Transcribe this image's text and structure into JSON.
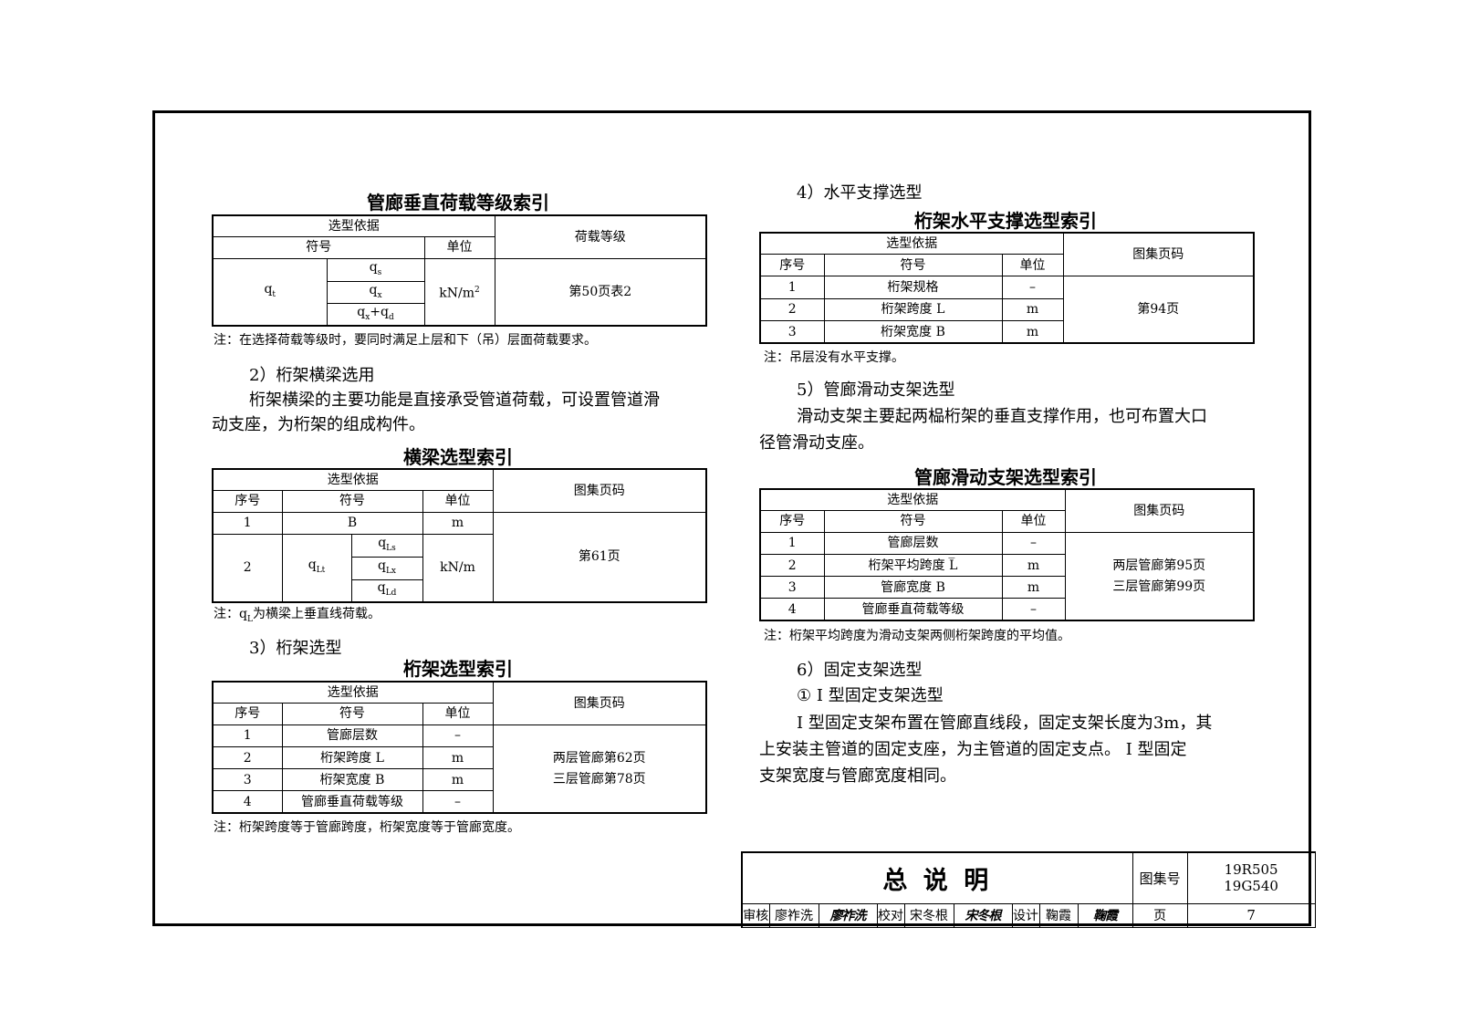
{
  "t1": {
    "title": "管廊垂直荷载等级索引",
    "h_basis": "选型依据",
    "h_result": "荷载等级",
    "h_symbol": "符号",
    "h_unit": "单位",
    "sym_main": "q",
    "sym_main_sub": "t",
    "sub1": "q",
    "sub1_sub": "s",
    "sub2": "q",
    "sub2_sub": "x",
    "sub3a": "q",
    "sub3a_sub": "x",
    "sub3_plus": "+",
    "sub3b": "q",
    "sub3b_sub": "d",
    "unit": "kN/m",
    "unit_sup": "2",
    "result": "第50页表2",
    "note": "注：在选择荷载等级时，要同时满足上层和下（吊）层面荷载要求。"
  },
  "s2": {
    "heading": "2）桁架横梁选用",
    "para_line1": "桁架横梁的主要功能是直接承受管道荷载，可设置管道滑",
    "para_line2": "动支座，为桁架的组成构件。"
  },
  "t2": {
    "title": "横梁选型索引",
    "h_basis": "选型依据",
    "h_result": "图集页码",
    "h_no": "序号",
    "h_symbol": "符号",
    "h_unit": "单位",
    "r1_no": "1",
    "r1_sym": "B",
    "r1_unit": "m",
    "r2_no": "2",
    "r2_sym": "q",
    "r2_sym_sub": "Lt",
    "r2_s1": "q",
    "r2_s1_sub": "Ls",
    "r2_s2": "q",
    "r2_s2_sub": "Lx",
    "r2_s3": "q",
    "r2_s3_sub": "Ld",
    "r2_unit": "kN/m",
    "result": "第61页",
    "note_pre": "注：q",
    "note_sub": "L",
    "note_post": "为横梁上垂直线荷载。"
  },
  "s3": {
    "heading": "3）桁架选型"
  },
  "t3": {
    "title": "桁架选型索引",
    "h_basis": "选型依据",
    "h_result": "图集页码",
    "h_no": "序号",
    "h_symbol": "符号",
    "h_unit": "单位",
    "rows": [
      {
        "no": "1",
        "sym": "管廊层数",
        "unit": "–"
      },
      {
        "no": "2",
        "sym": "桁架跨度 L",
        "unit": "m"
      },
      {
        "no": "3",
        "sym": "桁架宽度 B",
        "unit": "m"
      },
      {
        "no": "4",
        "sym": "管廊垂直荷载等级",
        "unit": "–"
      }
    ],
    "result_line1": "两层管廊第62页",
    "result_line2": "三层管廊第78页",
    "note": "注：桁架跨度等于管廊跨度，桁架宽度等于管廊宽度。"
  },
  "s4": {
    "heading": "4）水平支撑选型"
  },
  "t4": {
    "title": "桁架水平支撑选型索引",
    "h_basis": "选型依据",
    "h_result": "图集页码",
    "h_no": "序号",
    "h_symbol": "符号",
    "h_unit": "单位",
    "rows": [
      {
        "no": "1",
        "sym": "桁架规格",
        "unit": "–"
      },
      {
        "no": "2",
        "sym": "桁架跨度 L",
        "unit": "m"
      },
      {
        "no": "3",
        "sym": "桁架宽度 B",
        "unit": "m"
      }
    ],
    "result": "第94页",
    "note": "注：吊层没有水平支撑。"
  },
  "s5": {
    "heading": "5）管廊滑动支架选型",
    "para_line1": "滑动支架主要起两榀桁架的垂直支撑作用，也可布置大口",
    "para_line2": "径管滑动支座。"
  },
  "t5": {
    "title": "管廊滑动支架选型索引",
    "h_basis": "选型依据",
    "h_result": "图集页码",
    "h_no": "序号",
    "h_symbol": "符号",
    "h_unit": "单位",
    "rows": [
      {
        "no": "1",
        "sym": "管廊层数",
        "unit": "–"
      },
      {
        "no": "2",
        "sym": "桁架平均跨度 L̅",
        "unit": "m"
      },
      {
        "no": "3",
        "sym": "管廊宽度 B",
        "unit": "m"
      },
      {
        "no": "4",
        "sym": "管廊垂直荷载等级",
        "unit": "–"
      }
    ],
    "result_line1": "两层管廊第95页",
    "result_line2": "三层管廊第99页",
    "note": "注：桁架平均跨度为滑动支架两侧桁架跨度的平均值。"
  },
  "s6": {
    "heading": "6）固定支架选型",
    "sub_heading": "① I 型固定支架选型",
    "para_line1": "I 型固定支架布置在管廊直线段，固定支架长度为3m，其",
    "para_line2": "上安装主管道的固定支座，为主管道的固定支点。 I 型固定",
    "para_line3": "支架宽度与管廊宽度相同。"
  },
  "title_block": {
    "title": "总 说 明",
    "atlas_label": "图集号",
    "atlas_no1": "19R505",
    "atlas_no2": "19G540",
    "review_label": "审核",
    "review_name": "廖祚洗",
    "review_sig": "廖祚洗",
    "check_label": "校对",
    "check_name": "宋冬根",
    "check_sig": "宋冬根",
    "design_label": "设计",
    "design_name": "鞠霞",
    "design_sig": "鞠霞",
    "page_label": "页",
    "page_no": "7"
  }
}
